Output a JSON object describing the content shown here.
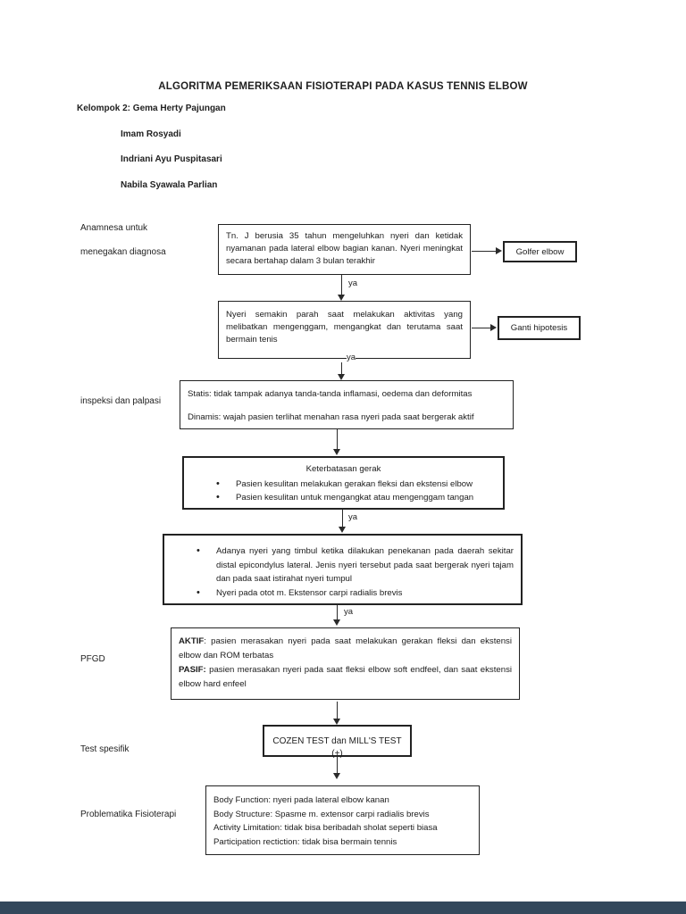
{
  "header": {
    "title": "ALGORITMA PEMERIKSAAN FISIOTERAPI PADA KASUS TENNIS ELBOW",
    "group_label": "Kelompok 2:",
    "members": [
      "Gema Herty Pajungan",
      "Imam Rosyadi",
      "Indriani Ayu Puspitasari",
      "Nabila Syawala Parlian"
    ]
  },
  "side_labels": {
    "anamnesa_line1": "Anamnesa untuk",
    "anamnesa_line2": "menegakan diagnosa",
    "inspeksi": "inspeksi dan palpasi",
    "pfgd": "PFGD",
    "test_spesifik": "Test spesifik",
    "problematika": "Problematika Fisioterapi"
  },
  "flow": {
    "anamnesis_box": "Tn. J berusia 35 tahun mengeluhkan nyeri dan ketidak nyamanan pada lateral elbow bagian kanan. Nyeri meningkat secara bertahap dalam 3 bulan terakhir",
    "golfer_elbow_box": "Golfer elbow",
    "ya_label_1": "ya",
    "aggravating_box": "Nyeri semakin parah saat melakukan aktivitas yang melibatkan mengenggam, mengangkat dan terutama saat bermain tenis",
    "ganti_hipotesis_box": "Ganti hipotesis",
    "ya_label_2": "ya",
    "statis_line": "Statis: tidak tampak adanya tanda-tanda inflamasi, oedema dan deformitas",
    "dinamis_line": "Dinamis: wajah pasien terlihat menahan rasa nyeri pada saat bergerak aktif",
    "keterbatasan_title": "Keterbatasan gerak",
    "keterbatasan_bullets": [
      "Pasien kesulitan melakukan gerakan fleksi dan ekstensi elbow",
      "Pasien kesulitan untuk mengangkat atau mengenggam tangan"
    ],
    "ya_label_3": "ya",
    "palpasi_bullets": [
      "Adanya nyeri yang timbul ketika dilakukan penekanan pada daerah sekitar distal epicondylus lateral. Jenis nyeri tersebut pada saat bergerak nyeri tajam dan pada saat istirahat nyeri tumpul",
      "Nyeri pada otot m. Ekstensor carpi radialis brevis"
    ],
    "ya_label_4": "ya",
    "aktif_label": "AKTIF",
    "aktif_text": ": pasien merasakan nyeri pada saat melakukan gerakan fleksi dan ekstensi elbow dan ROM terbatas",
    "pasif_label": "PASIF:",
    "pasif_text": "pasien merasakan nyeri pada saat fleksi elbow soft endfeel, dan saat ekstensi elbow hard enfeel",
    "cozen_box": "COZEN TEST dan MILL'S TEST (+)",
    "problematika_lines": [
      "Body Function: nyeri pada lateral elbow kanan",
      "Body Structure: Spasme m. extensor carpi radialis brevis",
      "Activity Limitation: tidak bisa beribadah sholat seperti biasa",
      "Participation rectiction: tidak bisa bermain tennis"
    ]
  },
  "colors": {
    "ink": "#1f1f1f",
    "border": "#222222",
    "footer_bar": "#33485c",
    "page_bg": "#ffffff"
  }
}
